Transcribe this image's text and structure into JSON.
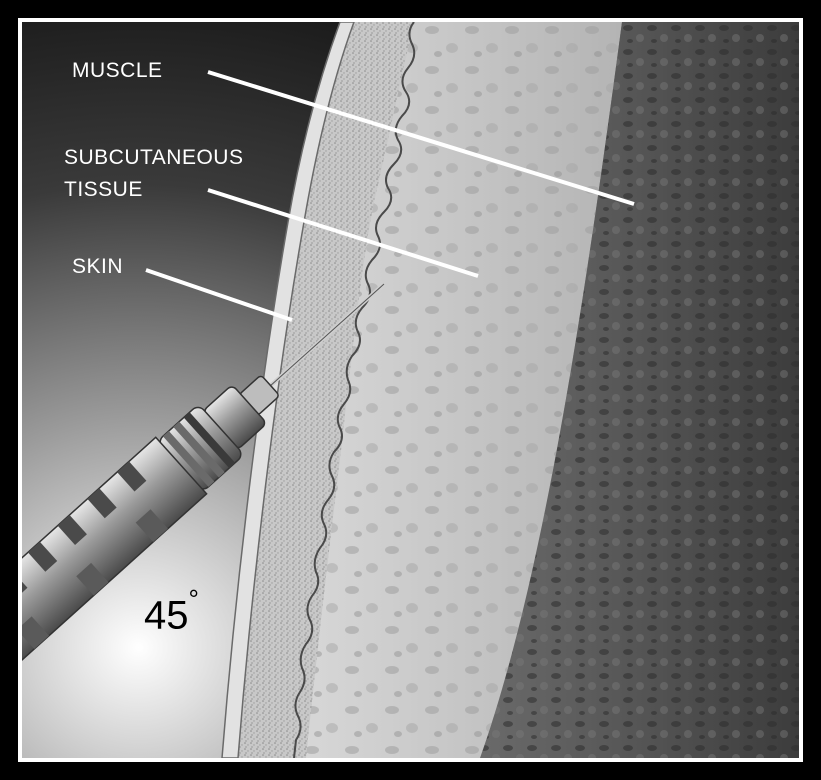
{
  "labels": {
    "muscle": "MUSCLE",
    "subcutaneous_line1": "SUBCUTANEOUS",
    "subcutaneous_line2": "TISSUE",
    "skin": "SKIN"
  },
  "angle": {
    "value": "45",
    "unit": "°"
  },
  "colors": {
    "background_dark": "#1a1a1a",
    "skin_layer": "#cfcfcf",
    "subcutaneous_layer": "#bdbdbd",
    "muscle_layer": "#5a5a5a",
    "label_text": "#ffffff",
    "frame_border": "#ffffff"
  },
  "icons": {
    "syringe": "syringe-icon",
    "needle": "needle-icon"
  }
}
